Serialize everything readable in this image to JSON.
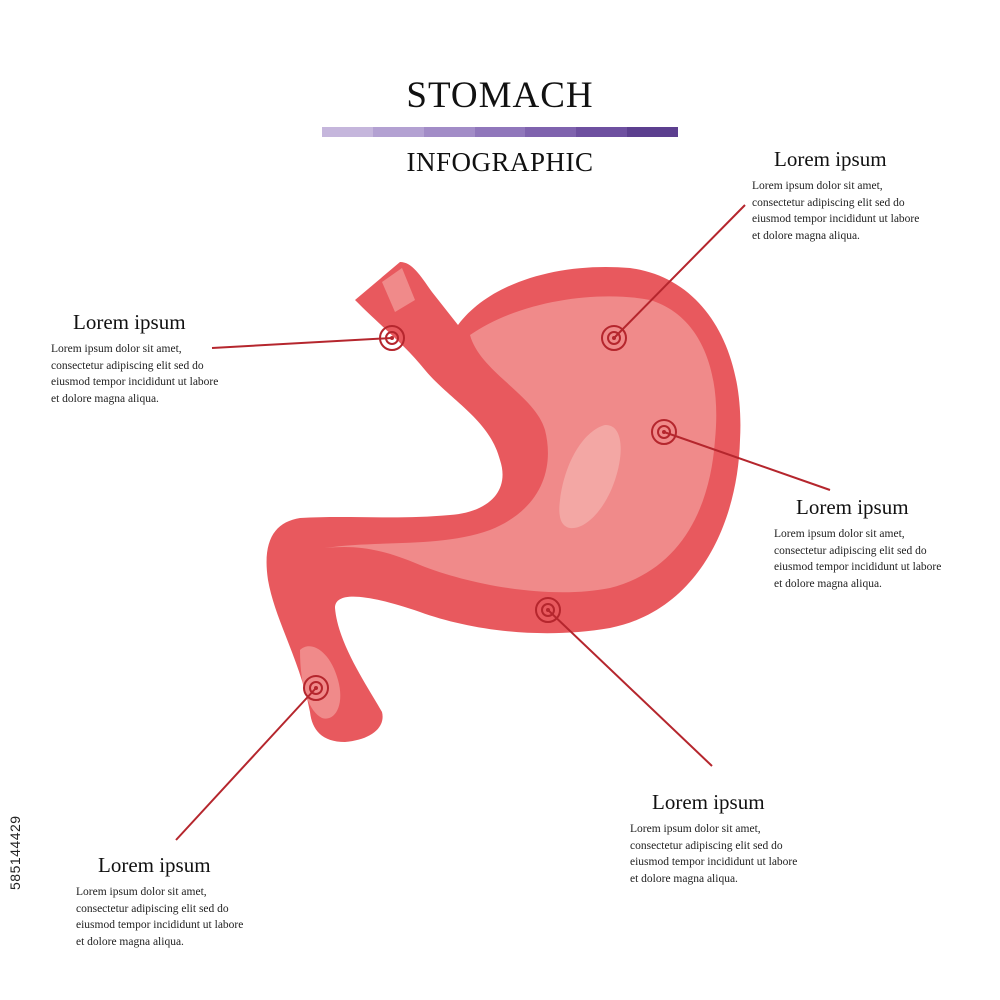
{
  "header": {
    "title": "STOMACH",
    "subtitle": "INFOGRAPHIC",
    "bar_colors": [
      "#c5b6dc",
      "#b3a1d2",
      "#a28cc7",
      "#9077bb",
      "#7f63ae",
      "#6e50a0",
      "#5c3f8f"
    ]
  },
  "colors": {
    "organ_main": "#e8595e",
    "organ_light": "#f08a8a",
    "organ_highlight": "#f4aeaa",
    "marker": "#b5262d",
    "leader_line": "#b5262d"
  },
  "callouts": [
    {
      "heading": "Lorem ipsum",
      "text": [
        "Lorem ipsum dolor sit amet,",
        "consectetur adipiscing elit sed do",
        "eiusmod tempor incididunt ut labore",
        "et dolore magna aliqua."
      ]
    },
    {
      "heading": "Lorem ipsum",
      "text": [
        "Lorem ipsum dolor sit amet,",
        "consectetur adipiscing elit sed do",
        "eiusmod tempor incididunt ut labore",
        "et dolore magna aliqua."
      ]
    },
    {
      "heading": "Lorem ipsum",
      "text": [
        "Lorem ipsum dolor sit amet,",
        "consectetur adipiscing elit sed do",
        "eiusmod tempor incididunt ut labore",
        "et dolore magna aliqua."
      ]
    },
    {
      "heading": "Lorem ipsum",
      "text": [
        "Lorem ipsum dolor sit amet,",
        "consectetur adipiscing elit sed do",
        "eiusmod tempor incididunt ut labore",
        "et dolore magna aliqua."
      ]
    },
    {
      "heading": "Lorem ipsum",
      "text": [
        "Lorem ipsum dolor sit amet,",
        "consectetur adipiscing elit sed do",
        "eiusmod tempor incididunt ut labore",
        "et dolore magna aliqua."
      ]
    }
  ],
  "stock_id": "585144429"
}
